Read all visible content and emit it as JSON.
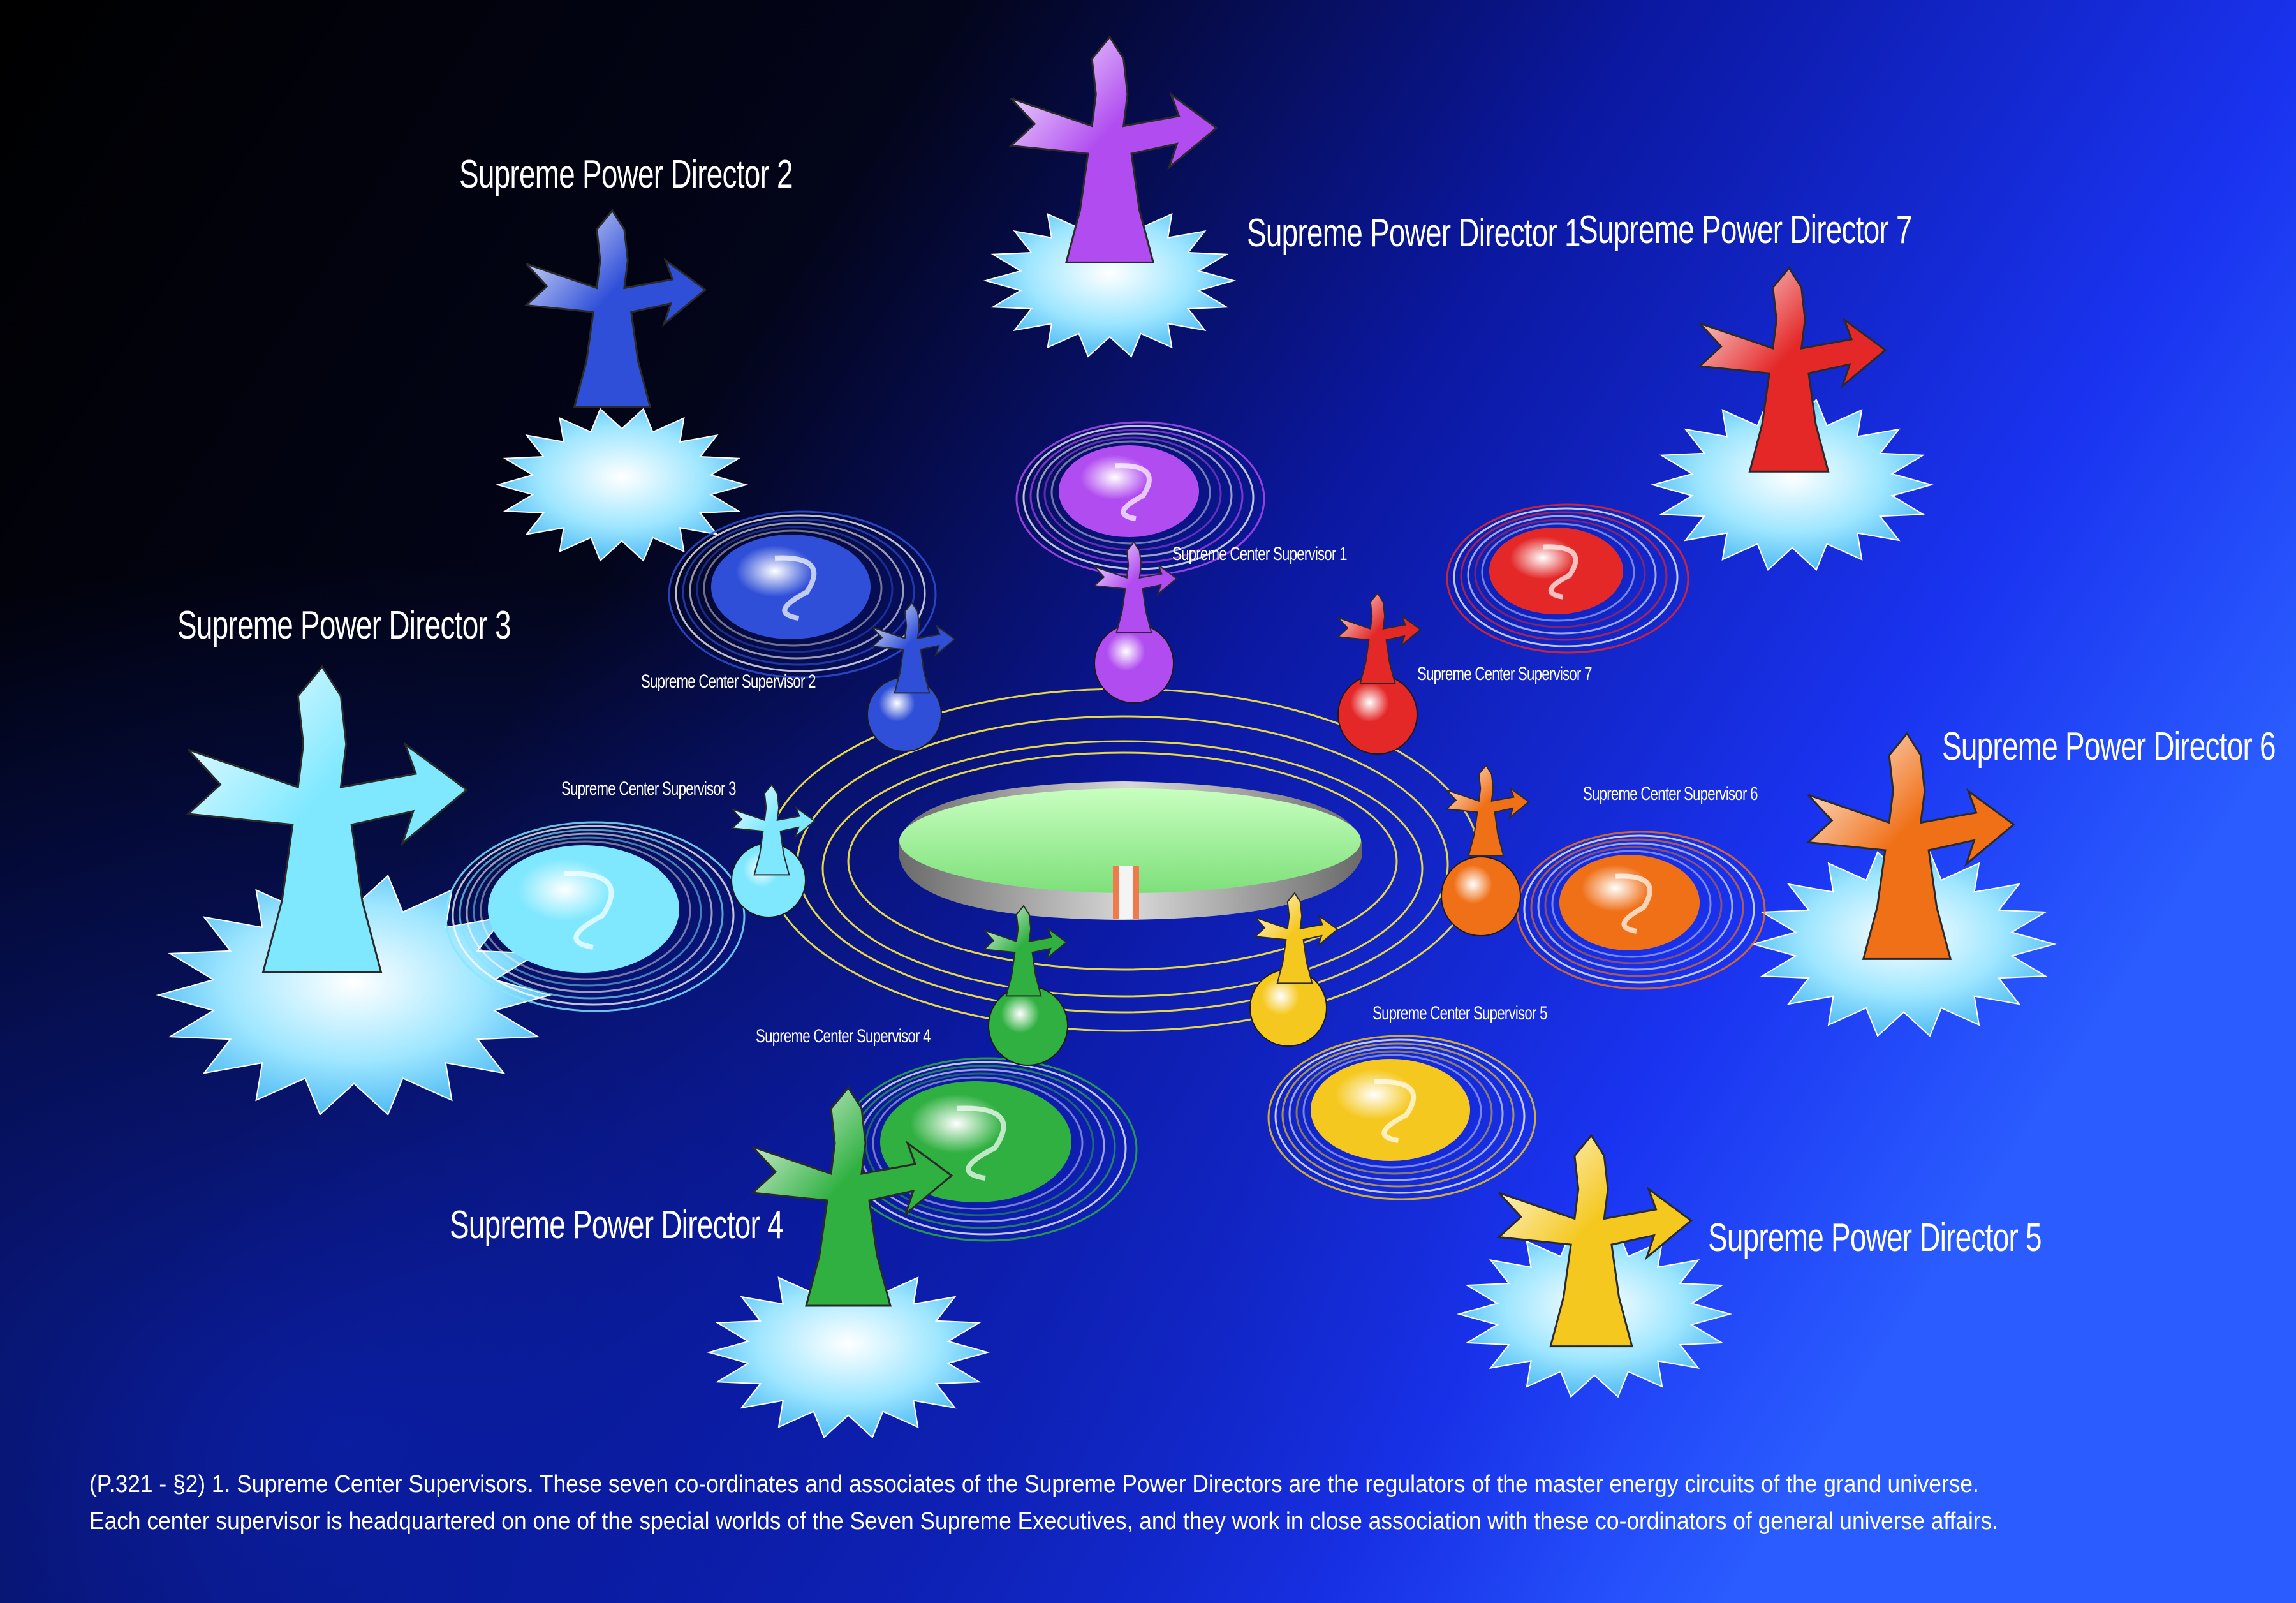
{
  "colors": {
    "background_dark": "#000000",
    "background_blue": "#1e3cff",
    "orbit": "#e6d84a",
    "platform": "#9cf59a"
  },
  "directors": [
    {
      "label": "Supreme Power Director 1",
      "color": "#b04cf0"
    },
    {
      "label": "Supreme Power Director 2",
      "color": "#2f4fd8"
    },
    {
      "label": "Supreme Power Director 3",
      "color": "#7fe8ff"
    },
    {
      "label": "Supreme Power Director 4",
      "color": "#2fb040"
    },
    {
      "label": "Supreme Power Director 5",
      "color": "#f5c820"
    },
    {
      "label": "Supreme Power Director 6",
      "color": "#f07018"
    },
    {
      "label": "Supreme Power Director 7",
      "color": "#e42828"
    }
  ],
  "supervisors": [
    {
      "label": "Supreme Center Supervisor 1"
    },
    {
      "label": "Supreme Center Supervisor 2"
    },
    {
      "label": "Supreme Center Supervisor 3"
    },
    {
      "label": "Supreme Center Supervisor 4"
    },
    {
      "label": "Supreme Center Supervisor 5"
    },
    {
      "label": "Supreme Center Supervisor 6"
    },
    {
      "label": "Supreme Center Supervisor 7"
    }
  ],
  "caption": {
    "line1": "(P.321 - §2) 1. Supreme Center Supervisors. These seven co-ordinates and associates of the Supreme Power Directors are the regulators of the master energy circuits of the grand universe.",
    "line2": "Each center supervisor is headquartered on one of the special worlds of the Seven Supreme Executives, and they work in close association with these co-ordinators of general universe affairs."
  }
}
